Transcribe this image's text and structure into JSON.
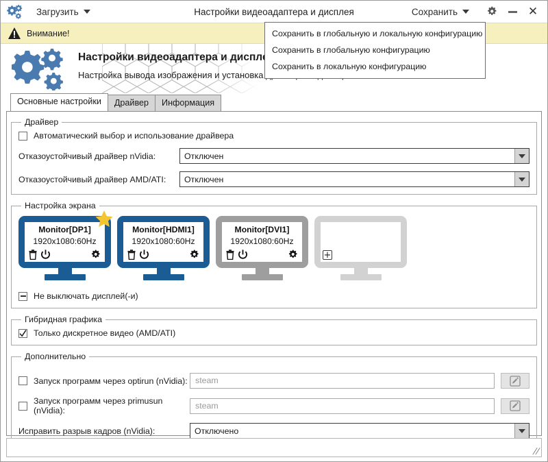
{
  "titlebar": {
    "app_icon": "gears-icon",
    "load_menu_label": "Загрузить",
    "window_title": "Настройки видеоадаптера и дисплея",
    "save_menu_label": "Сохранить",
    "settings_icon": "gear-icon",
    "minimize_icon": "minimize-icon",
    "close_icon": "close-icon",
    "close_glyph": "✕"
  },
  "save_dropdown": {
    "open": true,
    "items": [
      {
        "label": "Сохранить в глобальную и локальную конфигурацию"
      },
      {
        "label": "Сохранить в глобальную конфигурацию"
      },
      {
        "label": "Сохранить в локальную конфигурацию"
      }
    ]
  },
  "warning": {
    "icon": "warning-triangle-icon",
    "text": "Внимание!",
    "background": "#f5f0bd"
  },
  "banner": {
    "icon": "gears-icon",
    "title": "Настройки видеоадаптера и дисплея",
    "subtitle": "Настройка вывода изображения и установка драйвера видеокарты"
  },
  "tabs": [
    {
      "label": "Основные настройки",
      "active": true
    },
    {
      "label": "Драйвер",
      "active": false
    },
    {
      "label": "Информация",
      "active": false
    }
  ],
  "driver_group": {
    "legend": "Драйвер",
    "auto_checkbox": {
      "label": "Автоматический выбор и использование драйвера",
      "state": "unchecked"
    },
    "rows": [
      {
        "label": "Отказоустойчивый драйвер nVidia:",
        "value": "Отключен"
      },
      {
        "label": "Отказоустойчивый драйвер AMD/ATI:",
        "value": "Отключен"
      }
    ]
  },
  "screen_group": {
    "legend": "Настройка экрана",
    "monitors": [
      {
        "name": "Monitor[DP1]",
        "resolution": "1920x1080:60Hz",
        "state": "active",
        "primary": true,
        "star_icon": "star-icon",
        "icons": [
          "trash-icon",
          "power-icon",
          "gear-icon"
        ]
      },
      {
        "name": "Monitor[HDMI1]",
        "resolution": "1920x1080:60Hz",
        "state": "active",
        "primary": false,
        "icons": [
          "trash-icon",
          "power-icon",
          "gear-icon"
        ]
      },
      {
        "name": "Monitor[DVI1]",
        "resolution": "1920x1080:60Hz",
        "state": "inactive",
        "primary": false,
        "icons": [
          "trash-icon",
          "power-icon",
          "gear-icon"
        ]
      },
      {
        "name": "",
        "resolution": "",
        "state": "empty",
        "primary": false,
        "add_icon": "plus-icon",
        "add_glyph": "+"
      }
    ],
    "keep_on_checkbox": {
      "label": "Не выключать дисплей(-и)",
      "state": "indeterminate"
    }
  },
  "hybrid_group": {
    "legend": "Гибридная графика",
    "discrete_checkbox": {
      "label": "Только дискретное видео (AMD/ATI)",
      "state": "checked"
    }
  },
  "advanced_group": {
    "legend": "Дополнительно",
    "optirun": {
      "label": "Запуск программ через optirun (nVidia):",
      "state": "unchecked",
      "placeholder": "steam",
      "value": "",
      "edit_icon": "pencil-square-icon"
    },
    "primusrun": {
      "label": "Запуск программ через primusun (nVidia):",
      "state": "unchecked",
      "placeholder": "steam",
      "value": "",
      "edit_icon": "pencil-square-icon"
    },
    "tearing": {
      "label": "Исправить разрыв кадров (nVidia):",
      "value": "Отключено"
    }
  },
  "statusbar": {
    "text": "",
    "grip_icon": "resize-grip-icon",
    "grip_glyph": "//"
  },
  "colors": {
    "accent_blue": "#1c5c94",
    "icon_blue": "#4a7bb0",
    "star_yellow": "#f5c431",
    "warning_bg": "#f5f0bd",
    "inactive_gray": "#9e9e9e",
    "empty_gray": "#d2d2d2"
  }
}
